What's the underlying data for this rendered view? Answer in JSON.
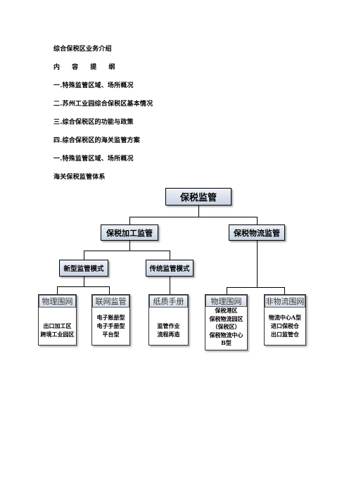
{
  "lines": [
    "综合保税区业务介绍",
    "内 容 提 纲",
    "一.特殊监管区域、场所概况",
    "二.苏州工业园综合保税区基本情况",
    "三.综合保税区的功能与政策",
    "四.综合保税区的海关监管方案",
    "一.特殊监管区域、场所概况",
    "海关保税监管体系"
  ],
  "diagram": {
    "root": "保税监管",
    "level1": [
      "保税加工监管",
      "保税物流监管"
    ],
    "level2": [
      "新型监管模式",
      "传统监管模式"
    ],
    "leaves": [
      {
        "title": "物理围网",
        "lines": [
          "出口加工区",
          "跨境工业园区"
        ]
      },
      {
        "title": "联网监管",
        "lines": [
          "电子账册型",
          "电子手册型",
          "平台型"
        ]
      },
      {
        "title": "纸质手册",
        "lines": [
          "监管作业",
          "流程再造"
        ]
      },
      {
        "title": "物理围网",
        "lines": [
          "保税港区",
          "保税物流园区",
          "（保税区）",
          "保税物流中心",
          "B型"
        ]
      },
      {
        "title": "非物流围网",
        "lines": [
          "物流中心A型",
          "进口保税仓",
          "出口监管仓"
        ]
      }
    ]
  }
}
